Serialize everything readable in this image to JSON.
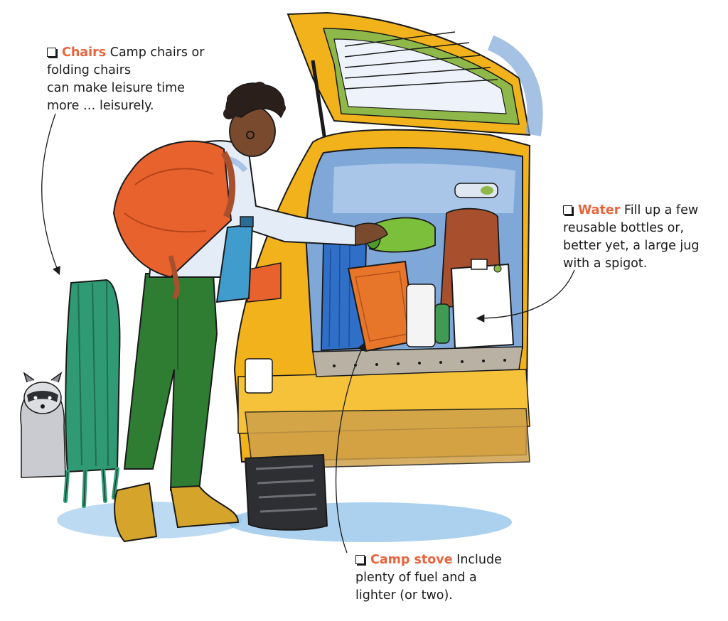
{
  "colors": {
    "accent": "#e8643c",
    "car_yellow": "#f2b21c",
    "car_blue": "#7fa8d8",
    "backpack_orange": "#e8622d",
    "pants_green": "#2e7d32",
    "chair_green": "#2f9a74",
    "sky_blue": "#8fc1ea",
    "ink": "#1a1a1a"
  },
  "callouts": {
    "chairs": {
      "label": "Chairs",
      "text_first": " Camp chairs or",
      "lines": [
        "folding chairs",
        "can make leisure time",
        "more … leisurely."
      ]
    },
    "water": {
      "label": "Water",
      "text_first": " Fill up a few",
      "lines": [
        "reusable bottles or,",
        "better yet, a large jug",
        "with a spigot."
      ]
    },
    "stove": {
      "label": "Camp stove",
      "text_first": " Include",
      "lines": [
        "plenty of fuel and a",
        "lighter (or two)."
      ]
    }
  },
  "illustration": {
    "figures": [
      "person-with-backpack",
      "suv-open-trunk",
      "folding-camp-chair",
      "raccoon",
      "water-jug",
      "camp-stove-case",
      "sleeping-bag",
      "towel"
    ]
  }
}
